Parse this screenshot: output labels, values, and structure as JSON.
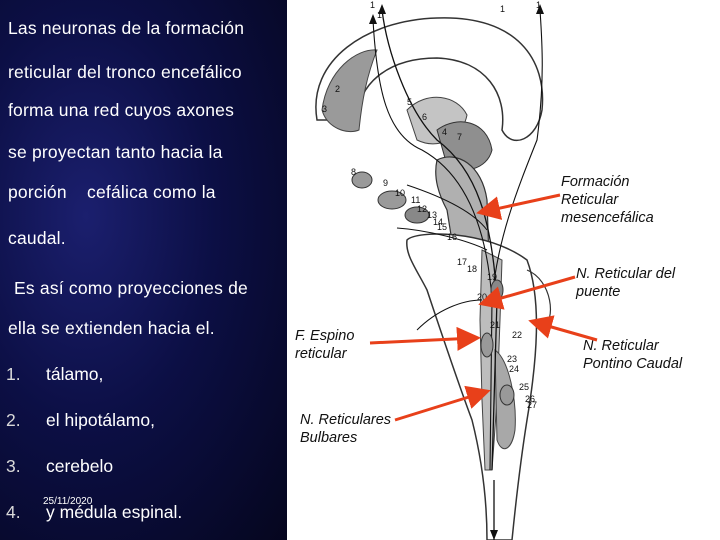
{
  "text": {
    "lines": [
      "Las neuronas de la formación",
      "reticular del tronco encefálico",
      "forma una red cuyos axones",
      "se proyectan tanto hacia la",
      "porción    cefálica como la",
      "caudal."
    ],
    "paragraph2": [
      "Es así como proyecciones de",
      "ella se extienden hacia el."
    ],
    "list": [
      {
        "num": "1.",
        "text": "tálamo,"
      },
      {
        "num": "2.",
        "text": "el hipotálamo,"
      },
      {
        "num": "3.",
        "text": "cerebelo"
      },
      {
        "num": "4.",
        "text": "y médula espinal."
      }
    ],
    "date": "25/11/2020"
  },
  "labels": {
    "formacion": "Formación\nReticular\nmesencefálica",
    "puente": "N. Reticular del\npuente",
    "espino": "F. Espino\nreticular",
    "pontino": "N. Reticular\nPontino Caudal",
    "bulbares": "N. Reticulares\nBulbares"
  },
  "diagram": {
    "numbers": [
      "1",
      "1",
      "1",
      "1",
      "2",
      "3",
      "4",
      "5",
      "6",
      "7",
      "8",
      "9",
      "10",
      "11",
      "12",
      "13",
      "14",
      "15",
      "16",
      "17",
      "18",
      "19",
      "20",
      "21",
      "22",
      "23",
      "24",
      "25",
      "26",
      "27"
    ]
  },
  "colors": {
    "arrow": "#e8401a",
    "panel": "#0c0f45"
  }
}
